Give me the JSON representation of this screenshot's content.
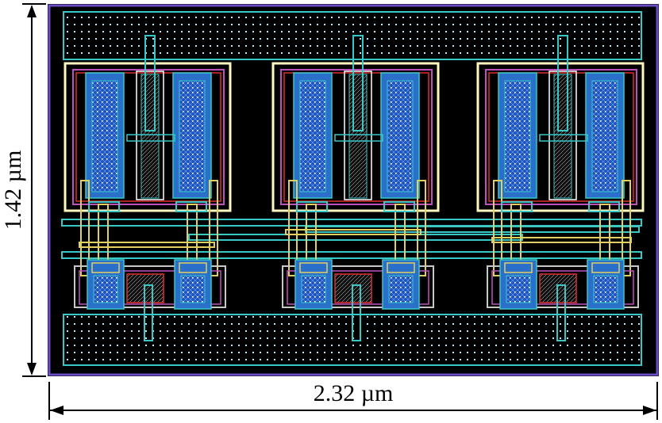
{
  "dimensions": {
    "width_label": "2.32 µm",
    "height_label": "1.42 µm"
  },
  "layout": {
    "cells": 3,
    "colors": {
      "background": "#000000",
      "outer_border": "#6a4cc4",
      "metal1": "#38c8c8",
      "nwell": "#fff8c0",
      "poly": "#e0d060",
      "diffusion_outline": "#c050c0",
      "active_fill": "#2a6fc9",
      "via": "#c8c8c8",
      "red_line": "#e03030",
      "white_line": "#ffffff"
    }
  }
}
